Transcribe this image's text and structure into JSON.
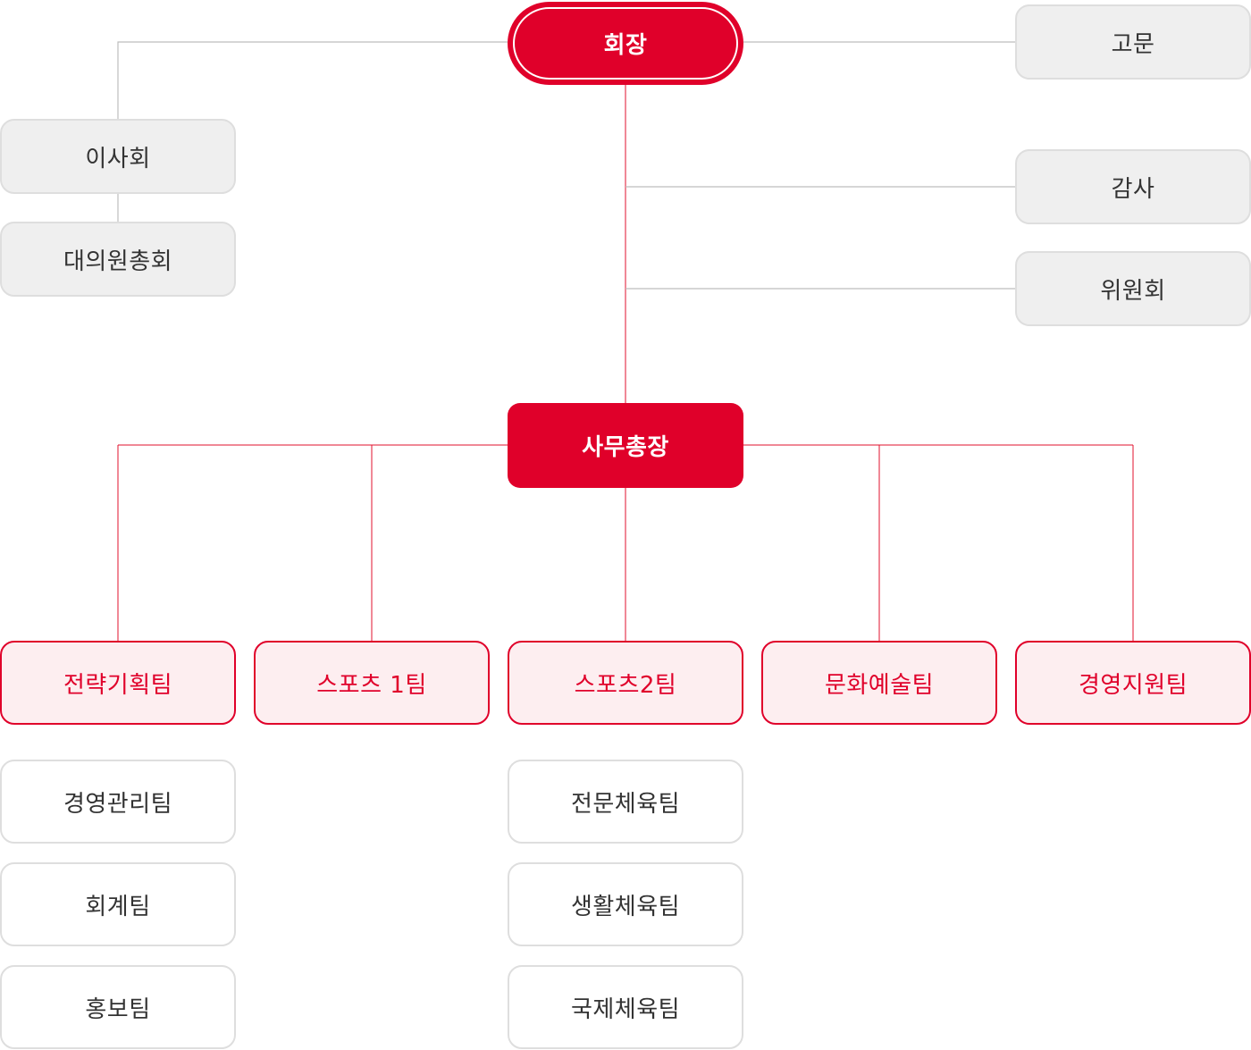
{
  "chairman": "회장",
  "secretary_general": "사무총장",
  "left_bodies": [
    "이사회",
    "대의원총회"
  ],
  "right_bodies": [
    "고문",
    "감사",
    "위원회"
  ],
  "departments": [
    "전략기획팀",
    "스포츠 1팀",
    "스포츠2팀",
    "문화예술팀",
    "경영지원팀"
  ],
  "strategy_subteams": [
    "경영관리팀",
    "회계팀",
    "홍보팀"
  ],
  "sports2_subteams": [
    "전문체육팀",
    "생활체육팀",
    "국제체육팀"
  ],
  "colors": {
    "accent_red": "#e0002a",
    "dept_fill": "#fdeef0",
    "gray_fill": "#efefef",
    "gray_border": "#dedede",
    "text_dark": "#333333"
  }
}
